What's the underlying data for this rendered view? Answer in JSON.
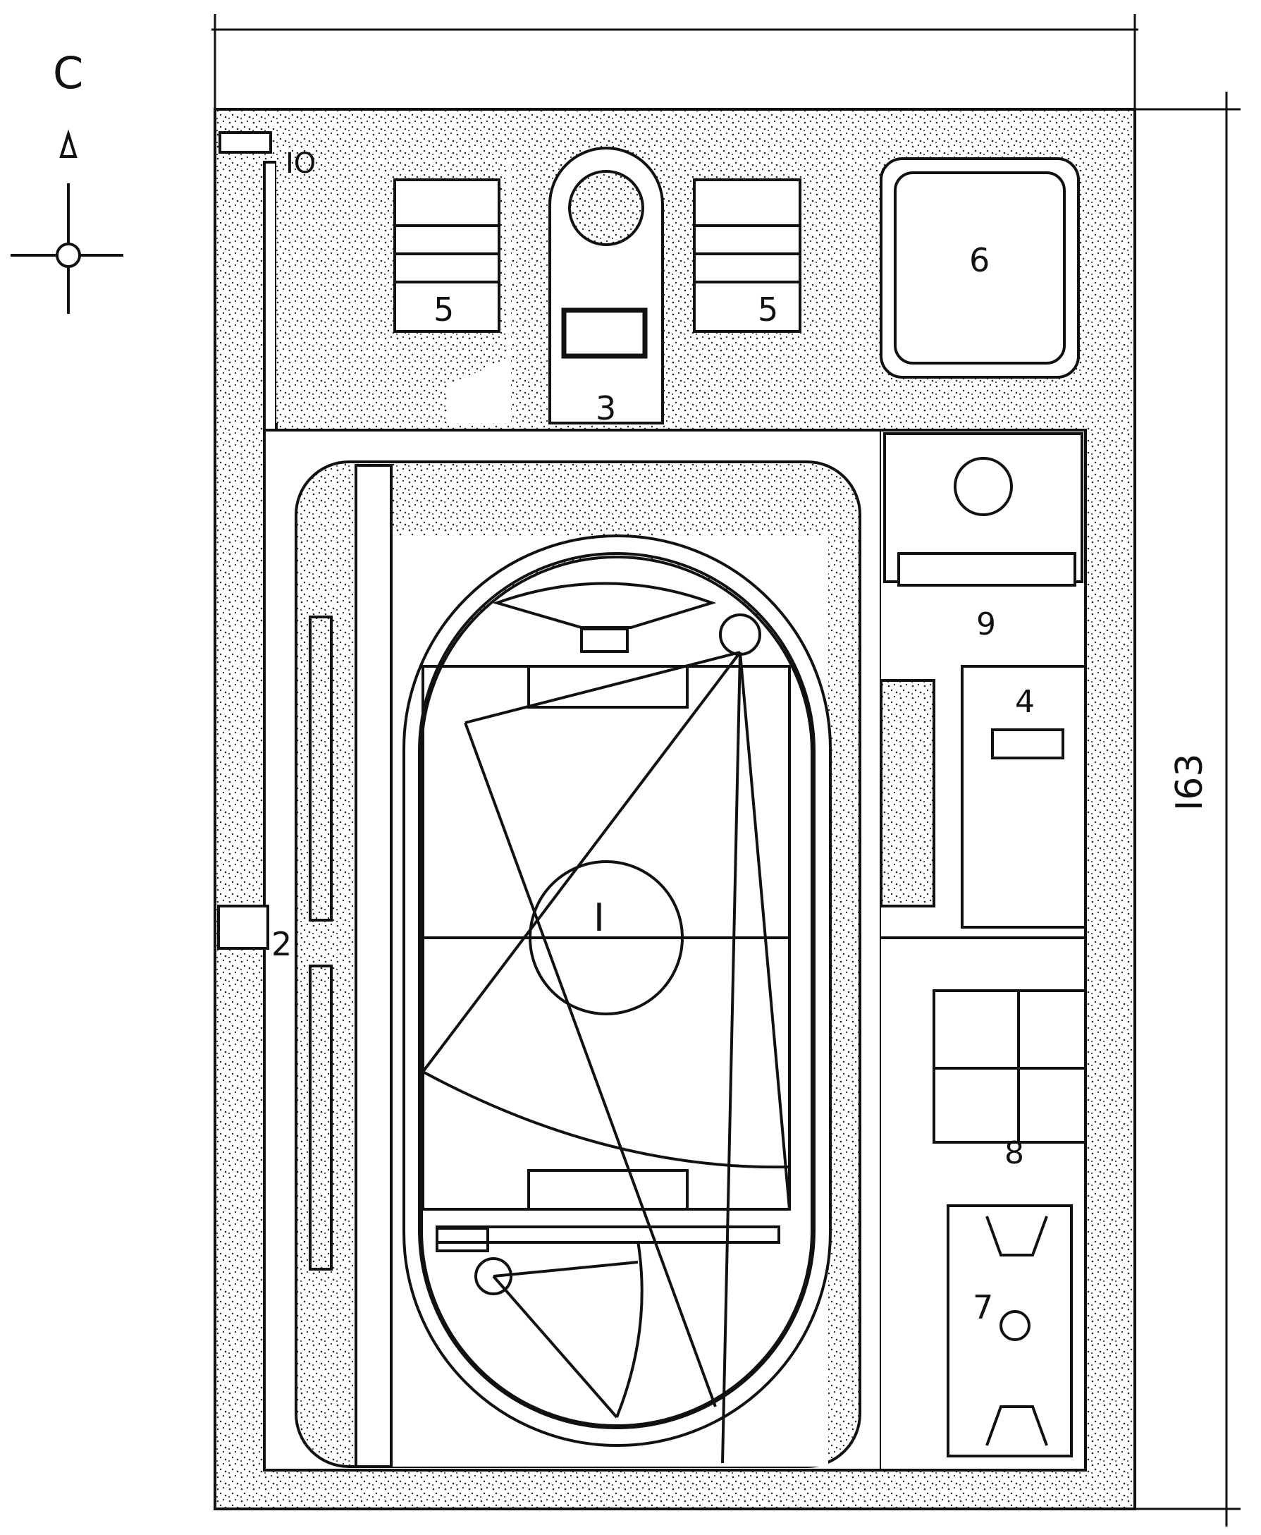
{
  "north_label": "С",
  "dimension_label": "I63",
  "labels": {
    "field": "I",
    "entrance": "2",
    "building": "3",
    "block_4": "4",
    "court_5_left": "5",
    "court_5_right": "5",
    "pool": "6",
    "basketball": "7",
    "courts_8": "8",
    "gym": "9",
    "corner": "IO"
  },
  "colors": {
    "ink": "#111111",
    "paper": "#ffffff"
  }
}
